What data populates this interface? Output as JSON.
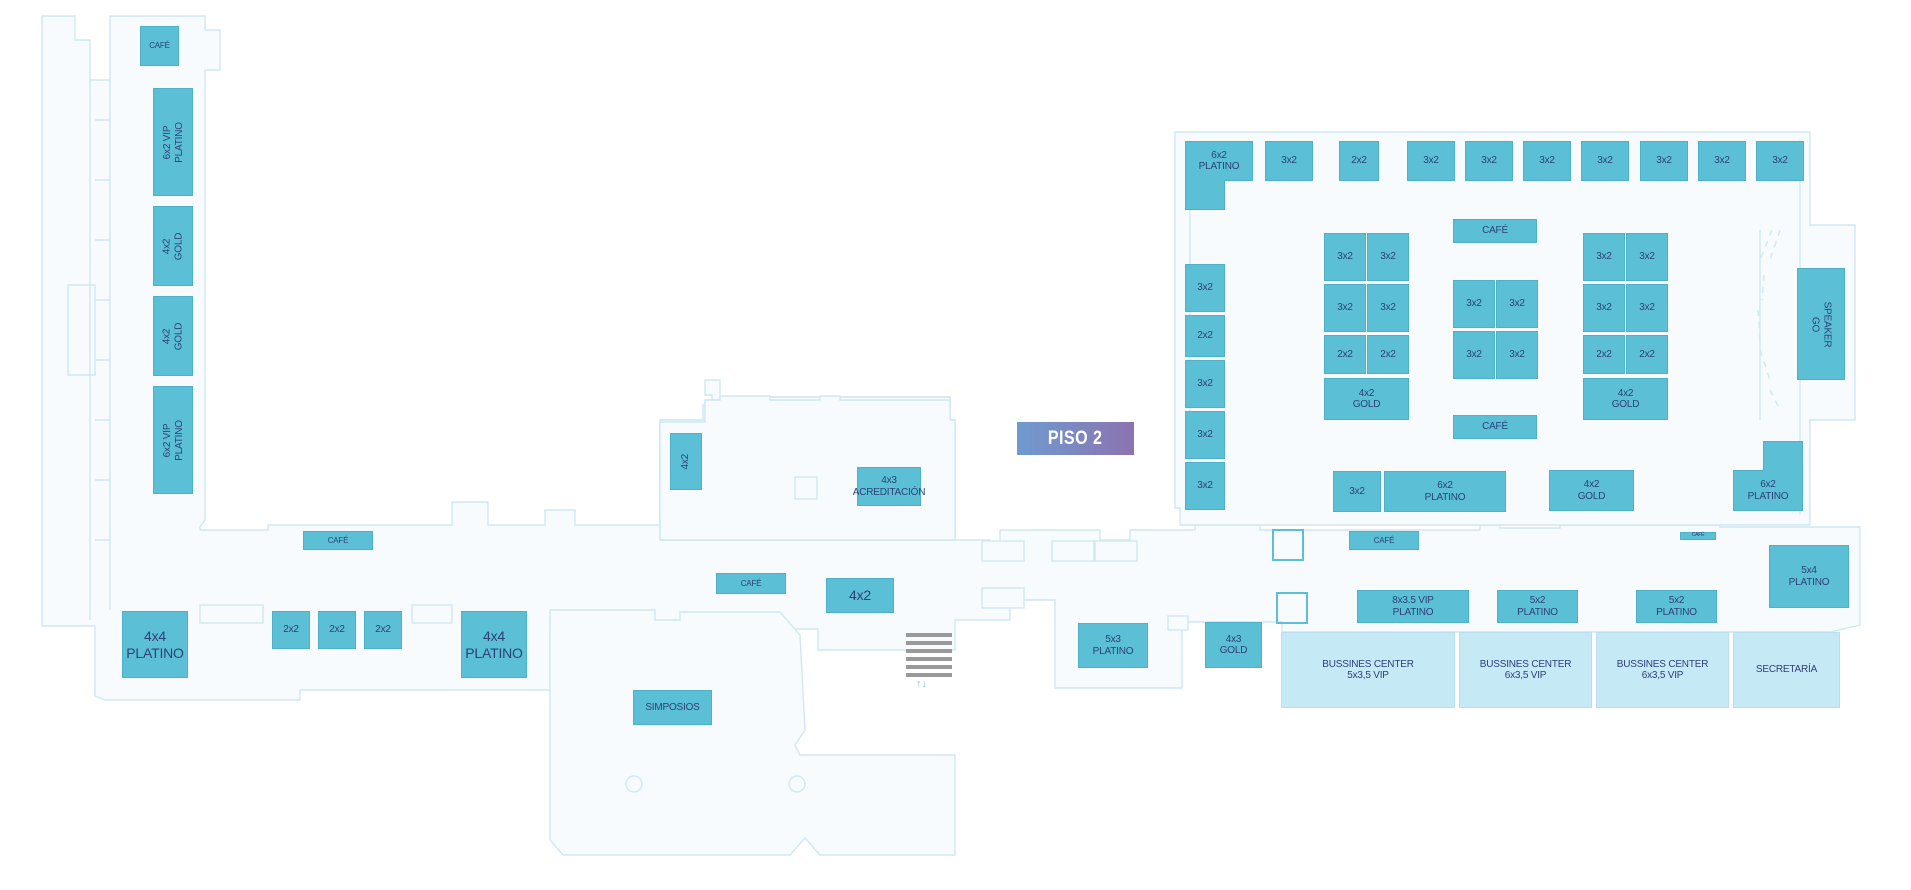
{
  "floor": {
    "title": "PISO 2"
  },
  "colors": {
    "booth": "#5bc0d6",
    "booth_light": "#c6e9f6",
    "text": "#2d3f78",
    "wall": "#cfe8f2"
  },
  "icons": {
    "stairs": "stairs-icon",
    "arrows": "up-down-arrows-icon"
  },
  "arrows_text": "↑↓",
  "booths": {
    "cafe_top": "CAFÉ",
    "w_vip1": "6x2 VIP PLATINO",
    "w_gold1": "4x2 GOLD",
    "w_gold2": "4x2 GOLD",
    "w_vip2": "6x2 VIP PLATINO",
    "cafe_corr": "CAFÉ",
    "p4x4_left": "4x4\nPLATINO",
    "s2x2_a": "2x2",
    "s2x2_b": "2x2",
    "s2x2_c": "2x2",
    "p4x4_right": "4x4\nPLATINO",
    "simposios": "SIMPOSIOS",
    "c4x2_vert": "4x2",
    "acreditacion": "4x3\nACREDITACIÓN",
    "cafe_mid": "CAFÉ",
    "c4x2_mid": "4x2",
    "p5x3": "5x3\nPLATINO",
    "g4x3": "4x3\nGOLD",
    "h_6x2p": "6x2\nPLATINO",
    "h_top_3x2_1": "3x2",
    "h_top_2x2": "2x2",
    "h_top_3x2_2": "3x2",
    "h_top_3x2_3": "3x2",
    "h_top_3x2_4": "3x2",
    "h_top_3x2_5": "3x2",
    "h_top_3x2_6": "3x2",
    "h_top_3x2_7": "3x2",
    "h_top_3x2_8": "3x2",
    "h_left_1": "3x2",
    "h_left_2": "2x2",
    "h_left_3": "3x2",
    "h_left_4": "3x2",
    "h_left_5": "3x2",
    "h_cafe_top": "CAFÉ",
    "h_cafe_bot": "CAFÉ",
    "ga_1": "3x2",
    "ga_2": "3x2",
    "ga_3": "3x2",
    "ga_4": "3x2",
    "ga_5": "2x2",
    "ga_6": "2x2",
    "ga_gold": "4x2\nGOLD",
    "gb_1": "3x2",
    "gb_2": "3x2",
    "gb_3": "3x2",
    "gb_4": "3x2",
    "gc_1": "3x2",
    "gc_2": "3x2",
    "gc_3": "3x2",
    "gc_4": "3x2",
    "gc_5": "2x2",
    "gc_6": "2x2",
    "gc_gold": "4x2\nGOLD",
    "speaker": "SPEAKER\nGO",
    "h_bot_3x2": "3x2",
    "h_bot_6x2p": "6x2\nPLATINO",
    "h_bot_4x2g": "4x2\nGOLD",
    "h_bot_6x2p_r": "6x2\nPLATINO",
    "cafe_lower": "CAFÉ",
    "tiny_cafe": "CAFÉ",
    "p5x4": "5x4\nPLATINO",
    "vip_8x35": "8x3.5 VIP\nPLATINO",
    "p5x2_a": "5x2\nPLATINO",
    "p5x2_b": "5x2\nPLATINO",
    "bc_1": "BUSSINES CENTER\n5x3,5 VIP",
    "bc_2": "BUSSINES CENTER\n6x3,5 VIP",
    "bc_3": "BUSSINES CENTER\n6x3,5 VIP",
    "secretaria": "SECRETARÍA"
  }
}
